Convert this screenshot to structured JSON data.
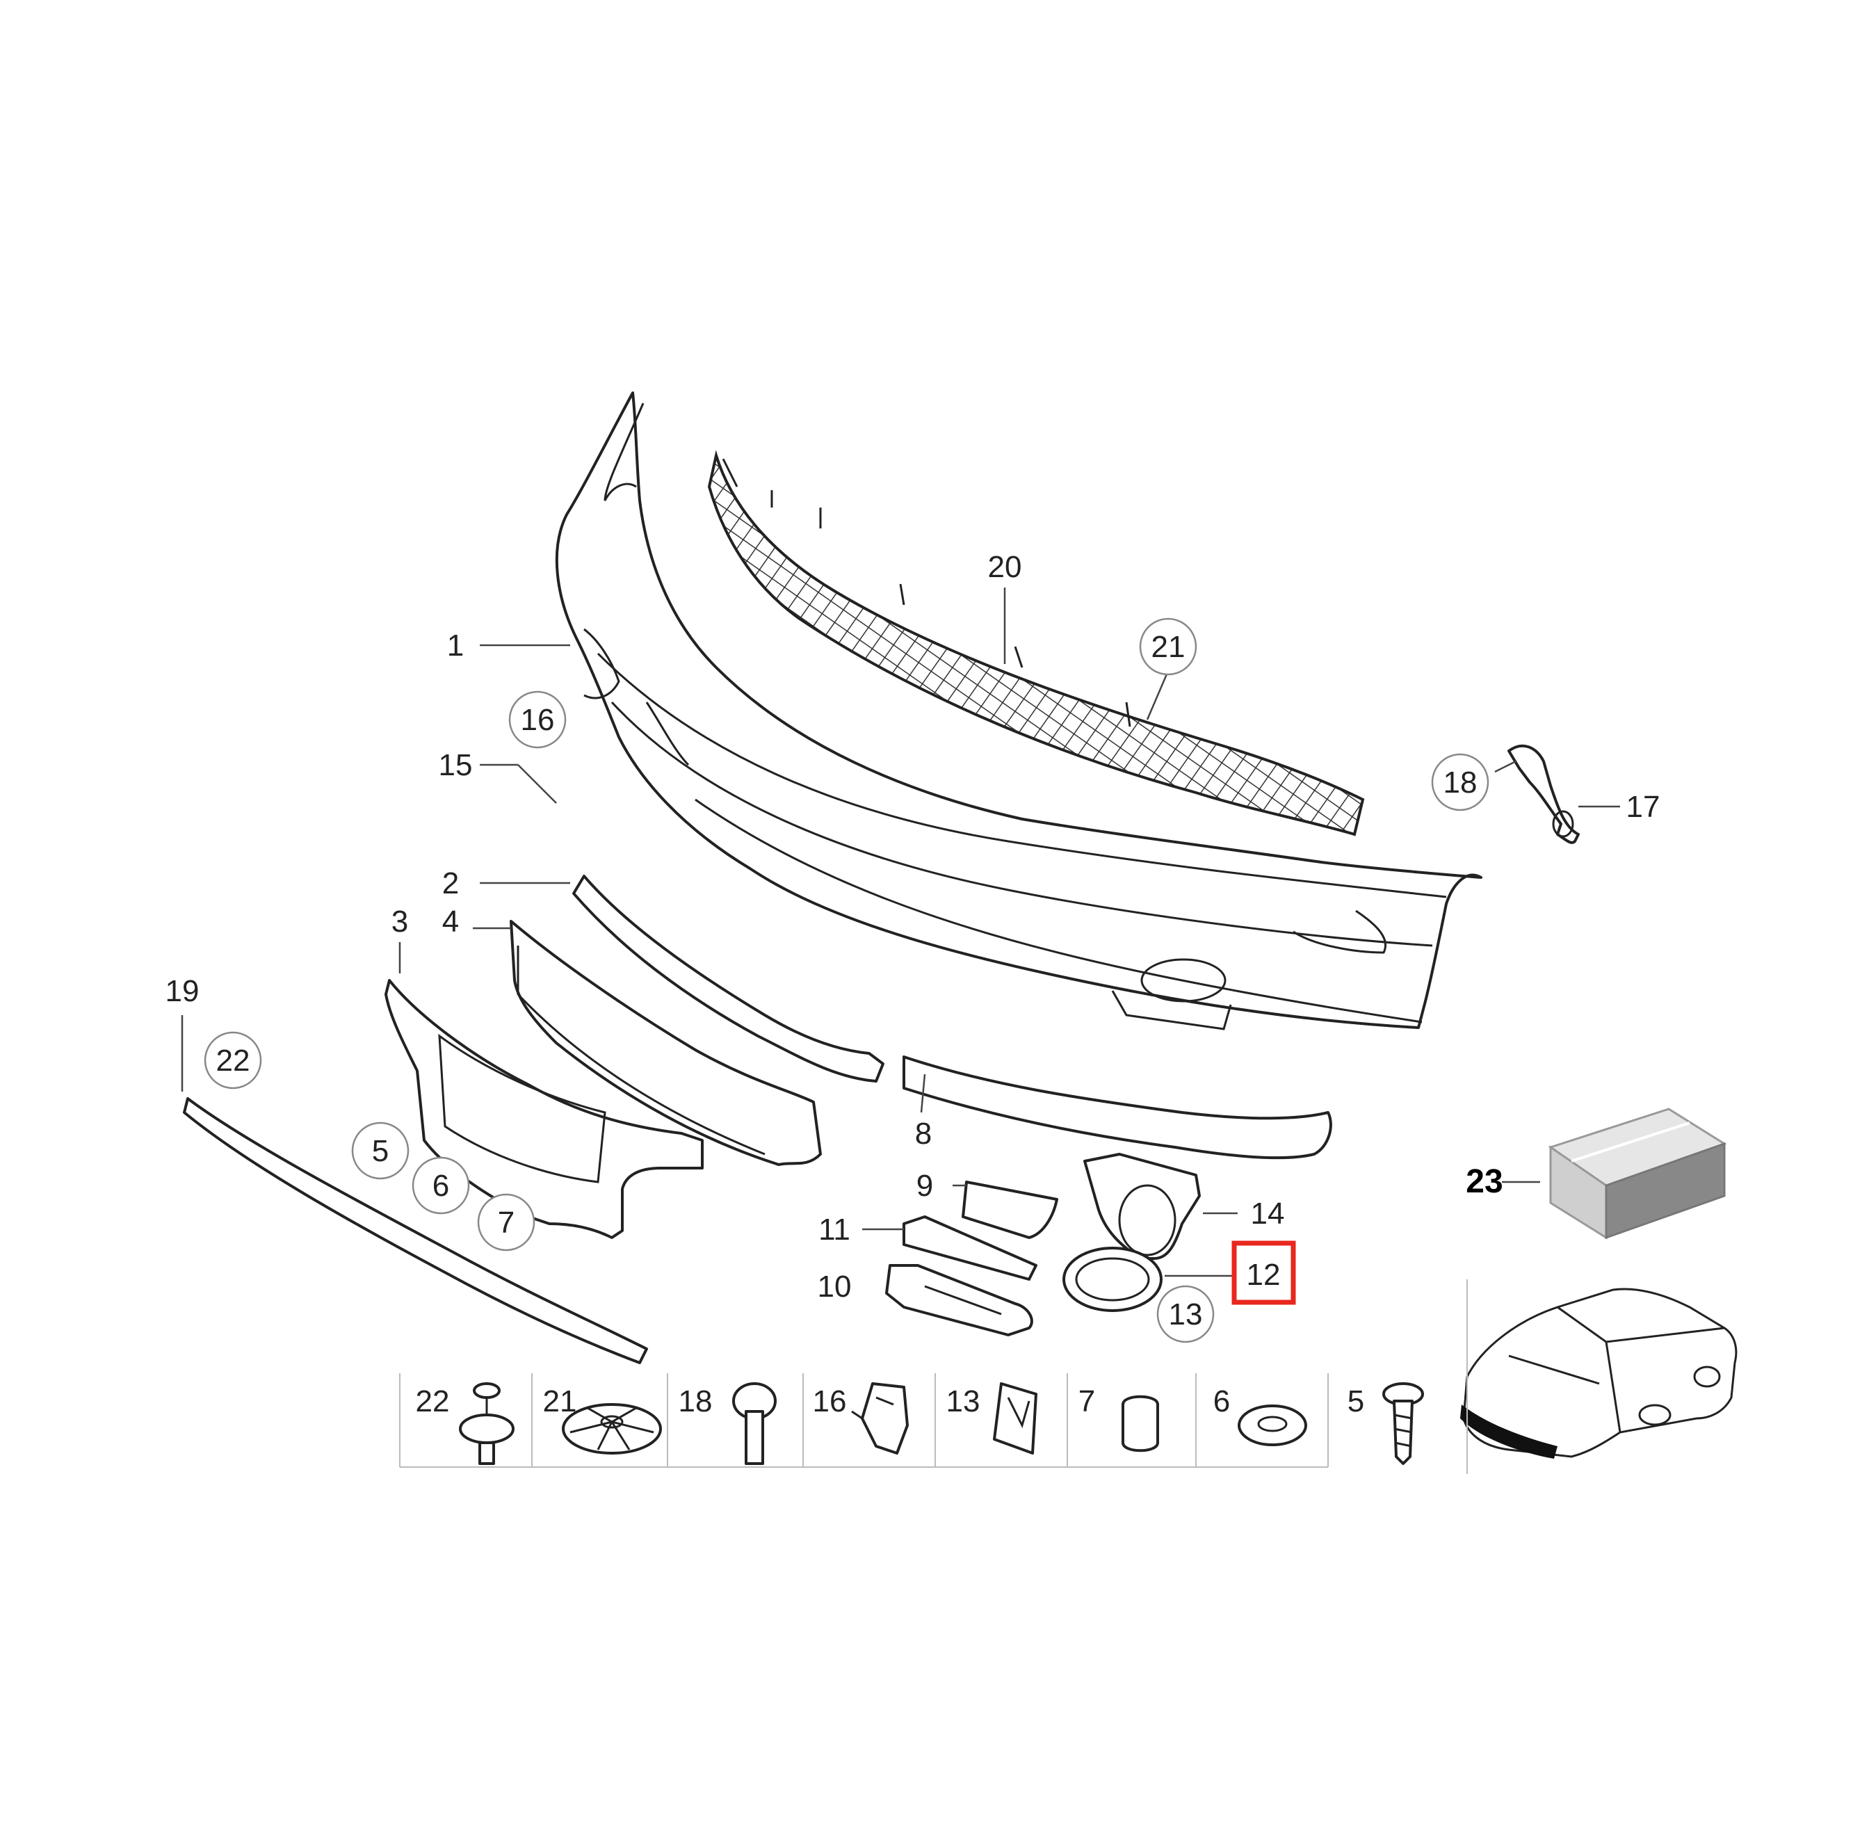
{
  "diagram": {
    "highlight_color": "#e8281e",
    "highlighted_part": "12",
    "labels": {
      "p1": "1",
      "p2": "2",
      "p3": "3",
      "p4": "4",
      "p5": "5",
      "p6": "6",
      "p7": "7",
      "p8": "8",
      "p9": "9",
      "p10": "10",
      "p11": "11",
      "p12": "12",
      "p13": "13",
      "p14": "14",
      "p15": "15",
      "p16": "16",
      "p17": "17",
      "p18": "18",
      "p19": "19",
      "p20": "20",
      "p21": "21",
      "p22": "22",
      "p23": "23"
    },
    "fasteners_row": [
      "22",
      "21",
      "18",
      "16",
      "13",
      "7",
      "6",
      "5"
    ]
  }
}
